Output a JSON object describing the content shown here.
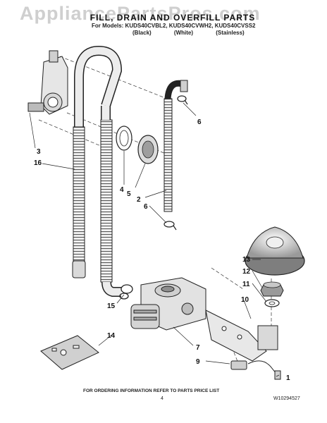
{
  "watermark": "AppliancePartsPros.com",
  "header": {
    "title": "FILL, DRAIN AND OVERFILL PARTS",
    "models": "For Models: KUDS40CVBL2, KUDS40CVWH2, KUDS40CVSS2",
    "variants": [
      "(Black)",
      "(White)",
      "(Stainless)"
    ]
  },
  "callouts": [
    "1",
    "2",
    "3",
    "4",
    "5",
    "6",
    "6",
    "7",
    "9",
    "10",
    "11",
    "12",
    "13",
    "14",
    "15",
    "16"
  ],
  "footer": {
    "ordering_info": "FOR ORDERING INFORMATION REFER TO PARTS PRICE LIST",
    "page_number": "4",
    "doc_number": "W10294527"
  }
}
